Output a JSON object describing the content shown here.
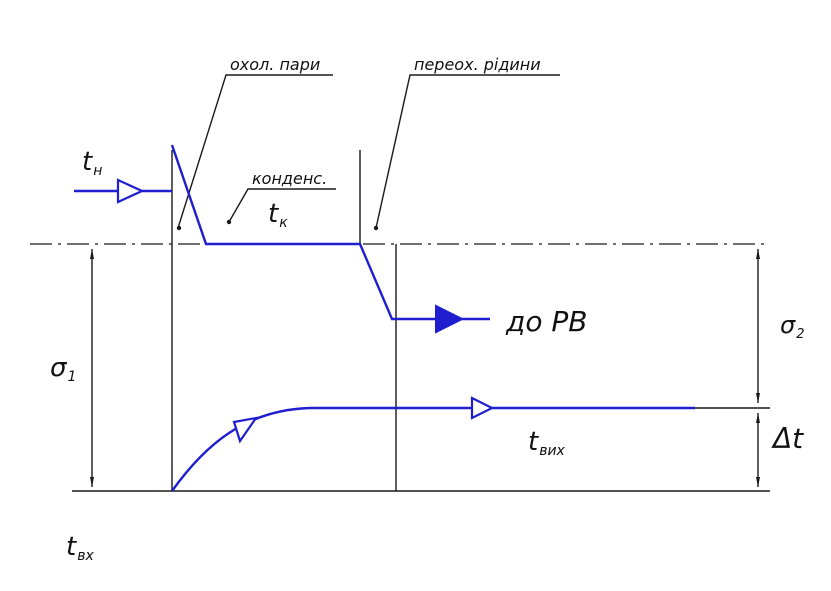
{
  "labels": {
    "t_n": "t",
    "t_n_sub": "н",
    "t_k": "t",
    "t_k_sub": "к",
    "t_vykh": "t",
    "t_vykh_sub": "вих",
    "t_vkh": "t",
    "t_vkh_sub": "вх",
    "okhol_pary": "охол. пари",
    "kondens": "конденс.",
    "pereokh_ridyny": "переох. рідини",
    "do_rv": "до РВ",
    "sigma1": "σ",
    "sigma1_sub": "1",
    "sigma2": "σ",
    "sigma2_sub": "2",
    "delta_t": "Δt"
  },
  "colors": {
    "refrigerant_line": "#1f1fd0",
    "construction_line": "#1a1a1a"
  }
}
